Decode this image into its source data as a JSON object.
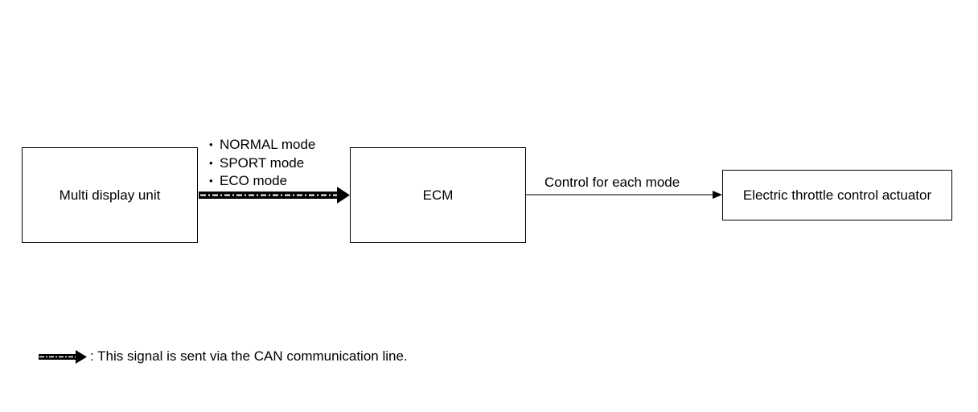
{
  "nodes": {
    "multi_display_unit": "Multi display unit",
    "ecm": "ECM",
    "throttle_actuator": "Electric throttle control actuator"
  },
  "can_signal": {
    "modes": [
      "NORMAL mode",
      "SPORT mode",
      "ECO mode"
    ]
  },
  "control_edge": {
    "label": "Control for each mode"
  },
  "legend": {
    "text": ": This signal is sent via the CAN communication line."
  }
}
